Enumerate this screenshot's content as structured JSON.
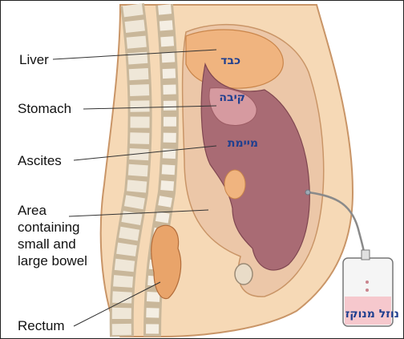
{
  "labels": {
    "liver": "Liver",
    "stomach": "Stomach",
    "ascites": "Ascites",
    "area_line1": "Area",
    "area_line2": "containing",
    "area_line3": "small and",
    "area_line4": "large bowel",
    "rectum": "Rectum"
  },
  "hebrew_labels": {
    "liver": "כבד",
    "stomach": "קיבה",
    "ascites": "מיימת",
    "drainage": "נוזל מנוקז"
  },
  "colors": {
    "skin": "#f6d9b6",
    "skin_outline": "#c99567",
    "liver": "#f0b47f",
    "ascites_fluid": "#a96b74",
    "stomach": "#d69aa0",
    "spine": "#efe7d8",
    "drain_bag_fluid": "#f6c8cd",
    "hebrew_text": "#1f3f8f",
    "chest_top": "#c7d9d6"
  }
}
